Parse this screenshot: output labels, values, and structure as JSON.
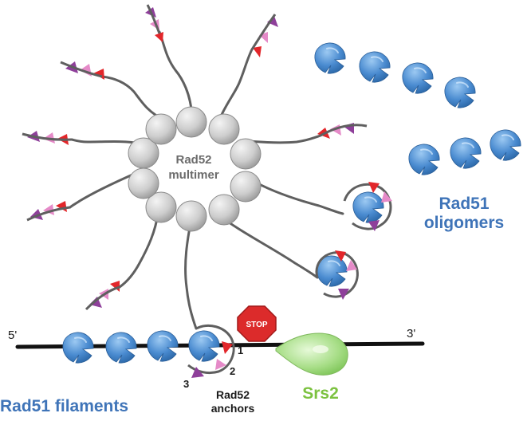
{
  "labels": {
    "core": [
      "Rad52",
      "multimer"
    ],
    "oligomers": [
      "Rad51",
      "oligomers"
    ],
    "filaments": "Rad51 filaments",
    "srs2": "Srs2",
    "anchors": [
      "Rad52",
      "anchors"
    ],
    "stop": "STOP",
    "five_prime": "5'",
    "three_prime": "3'",
    "anchor_numbers": [
      "1",
      "2",
      "3"
    ]
  },
  "colors": {
    "rad52_sphere": "#cfcfcf",
    "tether": "#5f5f5f",
    "rad51": "#3f7ec6",
    "purple": "#8e3f9a",
    "pink": "#e58ac8",
    "red": "#e2262a",
    "srs2": "#a6de86",
    "stop": "#dc2b2b",
    "dna": "#111111"
  }
}
